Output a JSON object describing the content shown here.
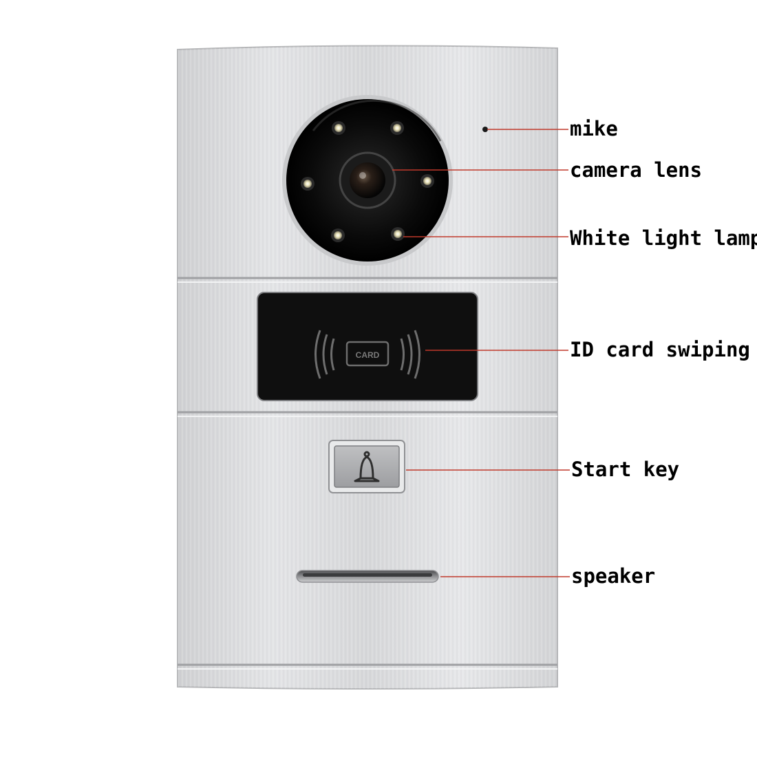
{
  "diagram": {
    "labels": {
      "mike": "mike",
      "camera_lens": "camera lens",
      "white_light_lamp": "White light lamp",
      "id_card_swiping": "ID card swiping",
      "start_key": "Start key",
      "speaker": "speaker"
    },
    "card_reader_text": "CARD",
    "colors": {
      "leader_line": "#c0392b",
      "panel": "#d9dadc",
      "window": "#111111",
      "label_text": "#000000"
    },
    "icons": [
      "bell-icon",
      "rfid-wave-icon"
    ]
  }
}
